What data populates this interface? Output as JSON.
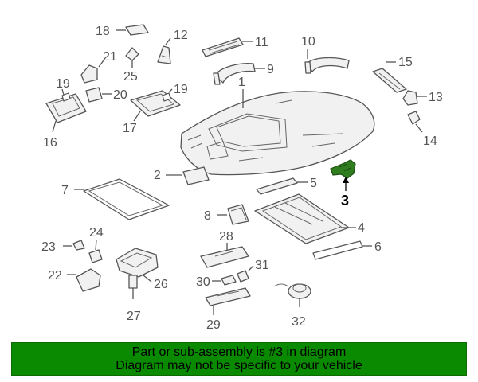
{
  "callouts": {
    "p1": "1",
    "p2": "2",
    "p3": "3",
    "p4": "4",
    "p5": "5",
    "p6": "6",
    "p7": "7",
    "p8": "8",
    "p9": "9",
    "p10": "10",
    "p11": "11",
    "p12": "12",
    "p13": "13",
    "p14": "14",
    "p15": "15",
    "p16": "16",
    "p17": "17",
    "p18": "18",
    "p19a": "19",
    "p19b": "19",
    "p20": "20",
    "p21": "21",
    "p22": "22",
    "p23": "23",
    "p24": "24",
    "p25": "25",
    "p26": "26",
    "p27": "27",
    "p28": "28",
    "p29": "29",
    "p30": "30",
    "p31": "31",
    "p32": "32"
  },
  "highlight": {
    "color": "#2f7d1e",
    "part_number": "3"
  },
  "banner": {
    "color": "#0a8a00",
    "line1": "Part or sub-assembly is #3 in diagram",
    "line2": "Diagram may not be specific to your vehicle"
  }
}
